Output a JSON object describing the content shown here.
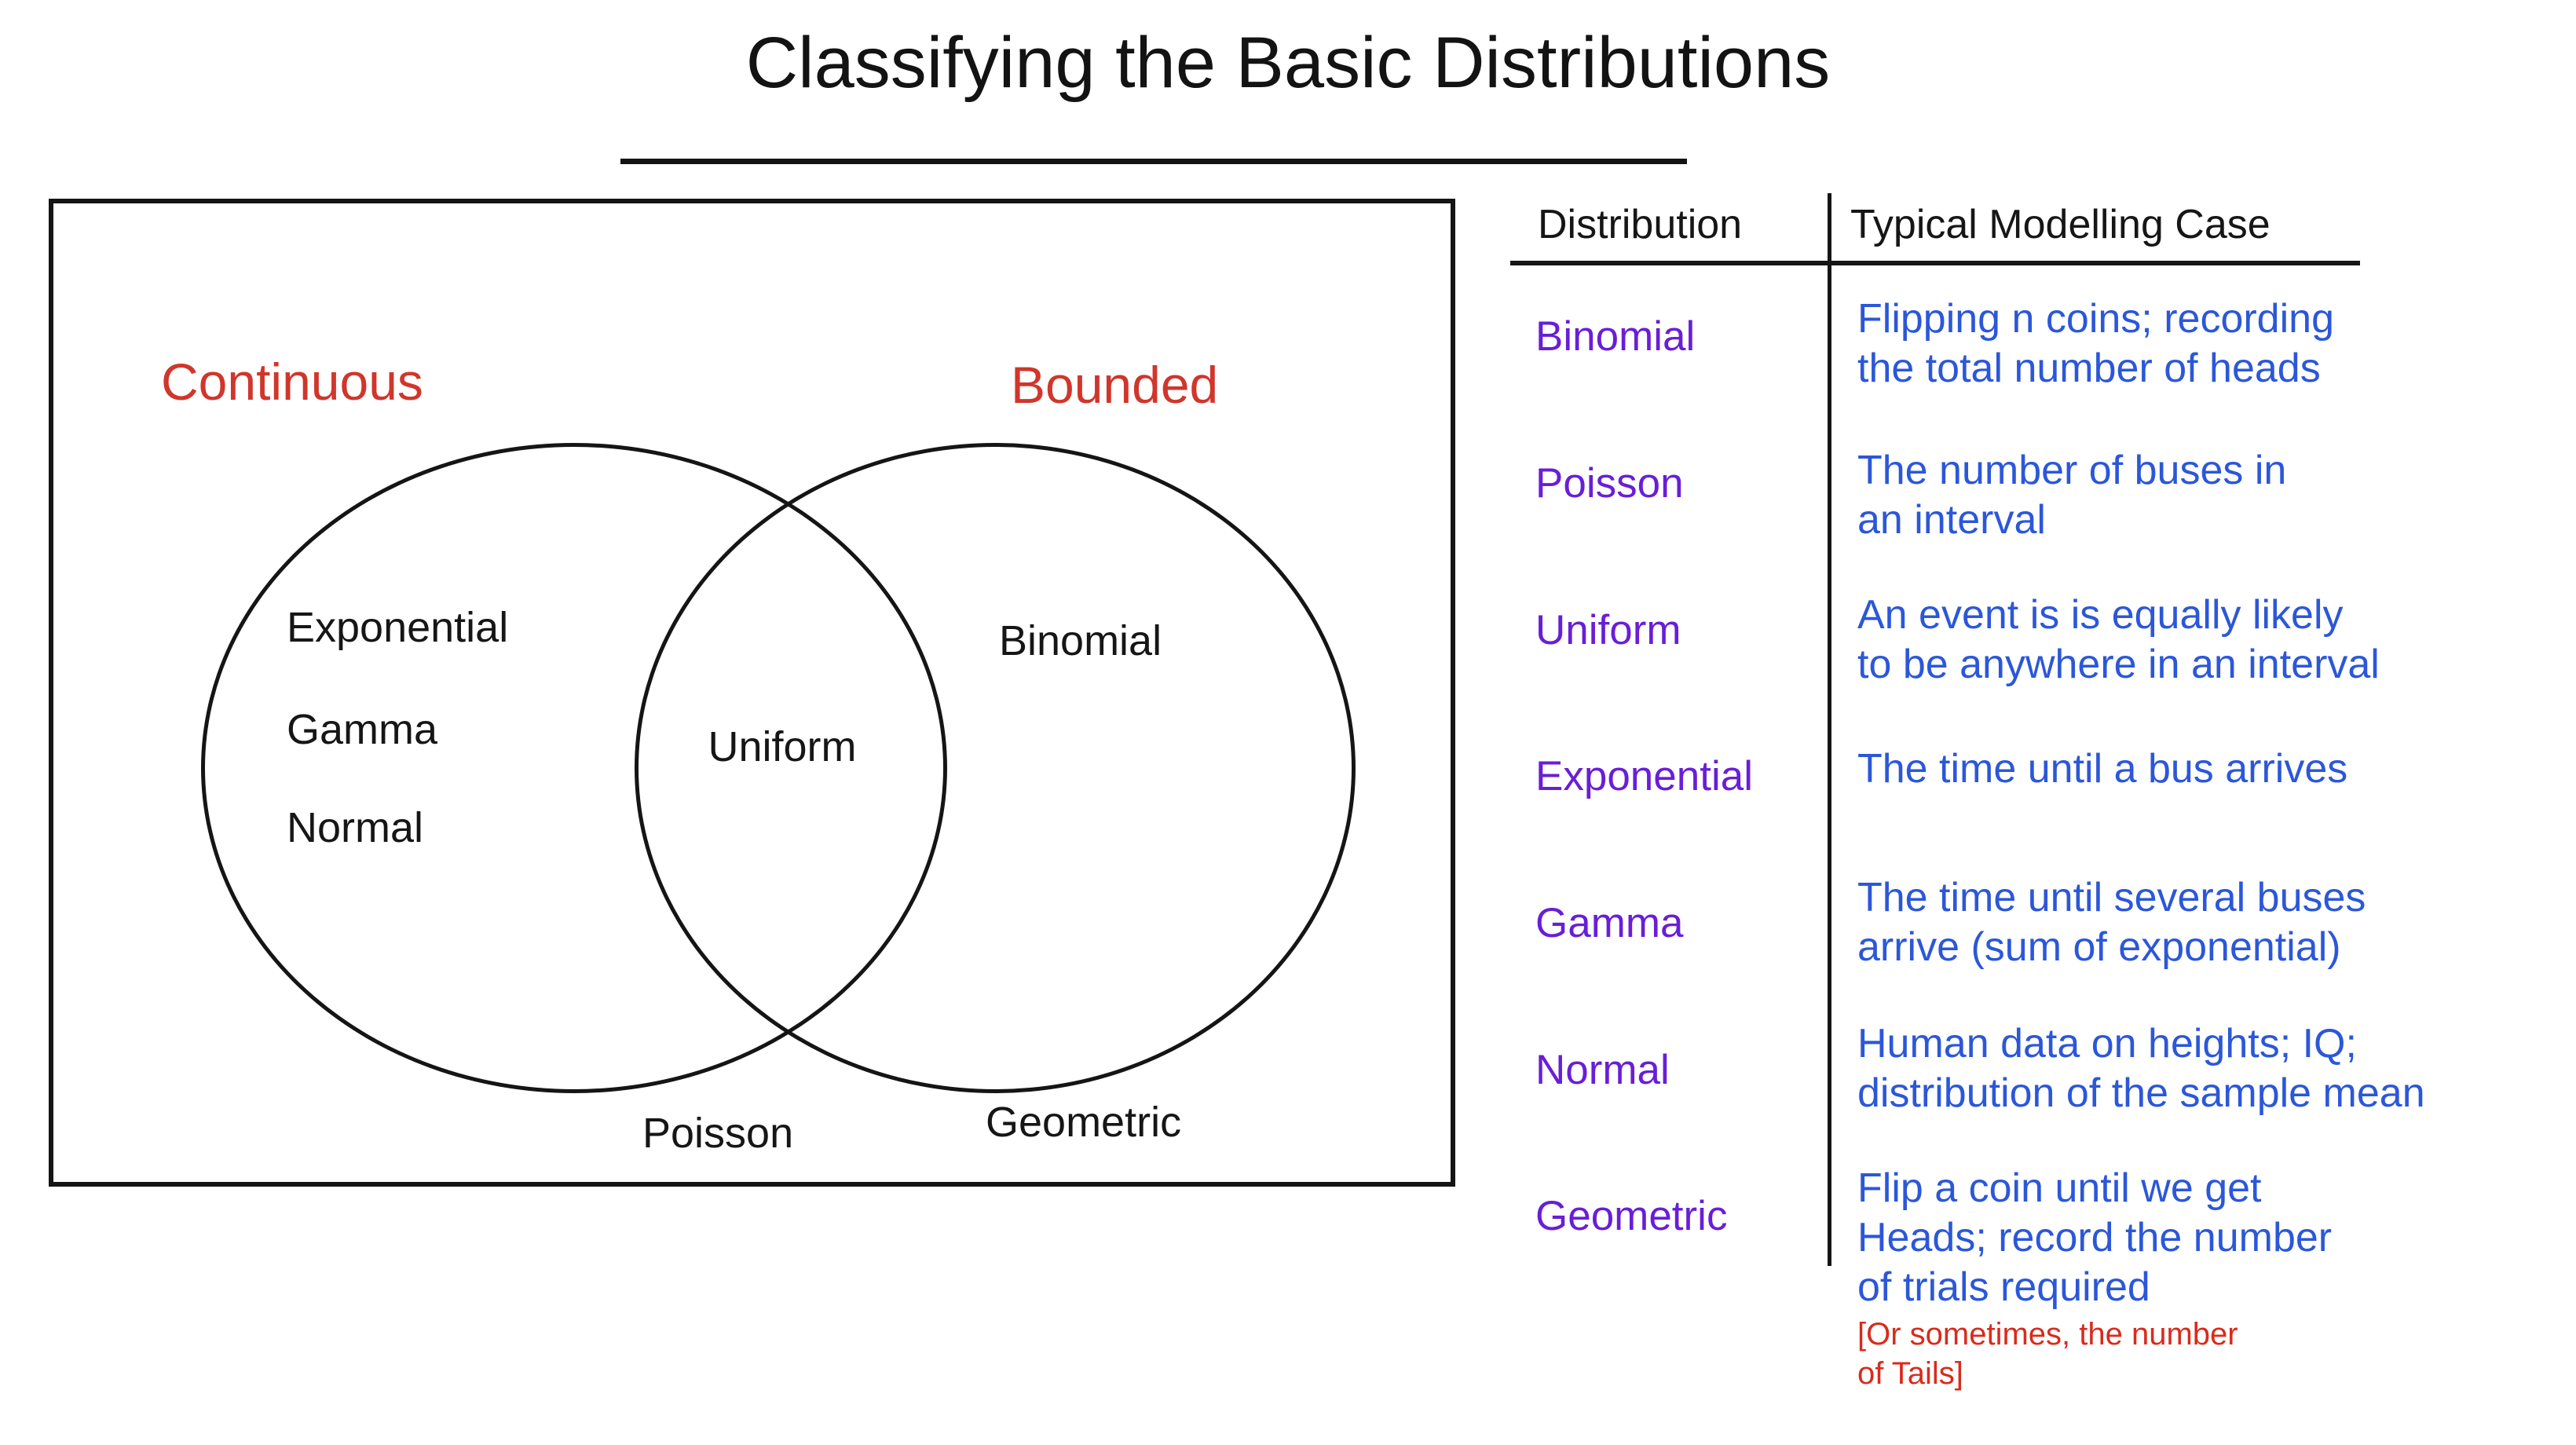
{
  "title": "Classifying the Basic Distributions",
  "colors": {
    "heading_red": "#D0362C",
    "note_red": "#D92B1C",
    "distribution_purple": "#691ED7",
    "case_blue": "#2B57D9"
  },
  "venn": {
    "left_label": "Continuous",
    "right_label": "Bounded",
    "left_only_items": [
      "Exponential",
      "Gamma",
      "Normal"
    ],
    "intersection_item": "Uniform",
    "right_only_item": "Binomial",
    "outside_circles_items": [
      "Poisson",
      "Geometric"
    ]
  },
  "table": {
    "headers": [
      "Distribution",
      "Typical Modelling Case"
    ],
    "rows": [
      {
        "distribution": "Binomial",
        "case_lines": [
          "Flipping n coins; recording",
          "the total number of heads"
        ]
      },
      {
        "distribution": "Poisson",
        "case_lines": [
          "The number of buses in",
          "an interval"
        ]
      },
      {
        "distribution": "Uniform",
        "case_lines": [
          "An event is is equally likely",
          "to be anywhere in an interval"
        ]
      },
      {
        "distribution": "Exponential",
        "case_lines": [
          "The time until a bus arrives"
        ]
      },
      {
        "distribution": "Gamma",
        "case_lines": [
          "The time until several buses",
          "arrive (sum of exponential)"
        ]
      },
      {
        "distribution": "Normal",
        "case_lines": [
          "Human data on heights; IQ;",
          "distribution of the sample mean"
        ]
      },
      {
        "distribution": "Geometric",
        "case_lines": [
          "Flip a coin until we get",
          "Heads; record the number",
          "of trials required"
        ],
        "note_lines": [
          "[Or sometimes, the number",
          "of Tails]"
        ]
      }
    ]
  }
}
